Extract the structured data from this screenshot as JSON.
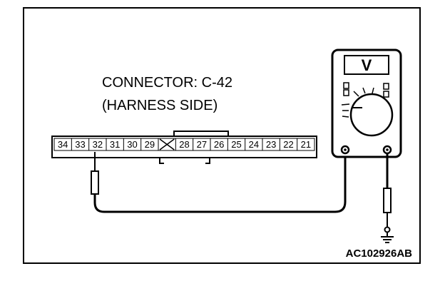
{
  "connector": {
    "title_line1": "CONNECTOR: C-42",
    "title_line2": "(HARNESS SIDE)",
    "pins": [
      "34",
      "33",
      "32",
      "31",
      "30",
      "29",
      "",
      "28",
      "27",
      "26",
      "25",
      "24",
      "23",
      "22",
      "21"
    ],
    "probe_pin": "32"
  },
  "meter": {
    "mode_symbol": "V"
  },
  "reference_code": "AC102926AB",
  "colors": {
    "ink": "#000000",
    "background": "#ffffff"
  }
}
